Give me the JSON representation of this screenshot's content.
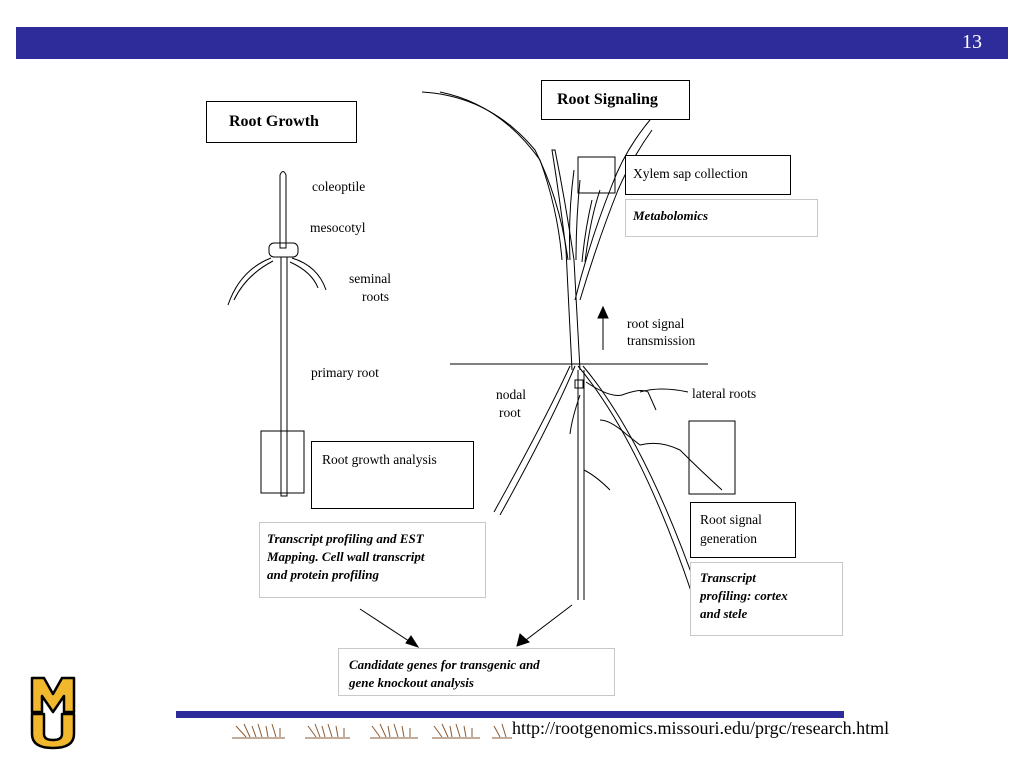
{
  "slide": {
    "number": "13"
  },
  "colors": {
    "bar": "#2e2c9a",
    "logo_gold": "#f1b82d",
    "logo_black": "#000000"
  },
  "headings": {
    "root_growth": "Root Growth",
    "root_signaling": "Root Signaling"
  },
  "labels": {
    "coleoptile": "coleoptile",
    "mesocotyl": "mesocotyl",
    "seminal_1": "seminal",
    "seminal_2": "roots",
    "primary_root": "primary root",
    "root_signal_1": "root signal",
    "root_signal_2": "transmission",
    "nodal_1": "nodal",
    "nodal_2": "root",
    "lateral_roots": "lateral roots"
  },
  "boxes": {
    "xylem": "Xylem sap collection",
    "metabolomics": "Metabolomics",
    "root_growth_analysis": "Root growth analysis",
    "transcript_profiling_1": "Transcript profiling and EST",
    "transcript_profiling_2": "Mapping. Cell wall transcript",
    "transcript_profiling_3": "and protein profiling",
    "root_signal_gen_1": "Root signal",
    "root_signal_gen_2": "generation",
    "cortex_1": "Transcript",
    "cortex_2": "profiling: cortex",
    "cortex_3": "and stele",
    "candidate_1": "Candidate genes for transgenic and",
    "candidate_2": "gene knockout analysis"
  },
  "logo": {
    "letters": "MU",
    "icon": "university-shield-logo"
  },
  "footer": {
    "url": "http://rootgenomics.missouri.edu/prgc/research.html",
    "decoration": "root-illustration-strip"
  }
}
